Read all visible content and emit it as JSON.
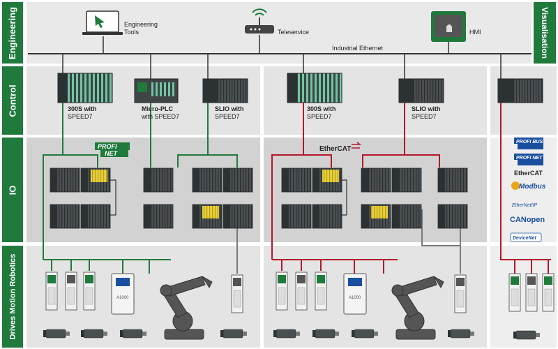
{
  "bands": {
    "engineering": "Engineering",
    "control": "Control",
    "io": "IO",
    "drives": "Drives Motion Robotics",
    "visualisation": "Visualisation"
  },
  "top": {
    "engineering_tools": [
      "Engineering",
      "Tools"
    ],
    "teleservice": "Teleservice",
    "hmi": "HMI",
    "network": "Industrial Ethernet"
  },
  "controllers": {
    "c1": [
      "300S with",
      "SPEED7"
    ],
    "c2": [
      "Micro-PLC",
      "with SPEED7"
    ],
    "c3": [
      "SLIO with",
      "SPEED7"
    ],
    "c4": [
      "300S with",
      "SPEED7"
    ],
    "c5": [
      "SLIO with",
      "SPEED7"
    ]
  },
  "buses": {
    "profinet_top": "PROFI",
    "profinet_bottom": "NET",
    "ethercat": "EtherCAT"
  },
  "protocols": [
    "PROFI BUS",
    "PROFI NET",
    "EtherCAT",
    "Modbus",
    "EtherNet/IP",
    "CANopen",
    "DeviceNet"
  ],
  "drive_model": "A1000",
  "colors": {
    "green": "#1f7a3c",
    "red": "#b3182b",
    "gray": "#7a7a7a",
    "profi_blue": "#1a4fa0"
  }
}
